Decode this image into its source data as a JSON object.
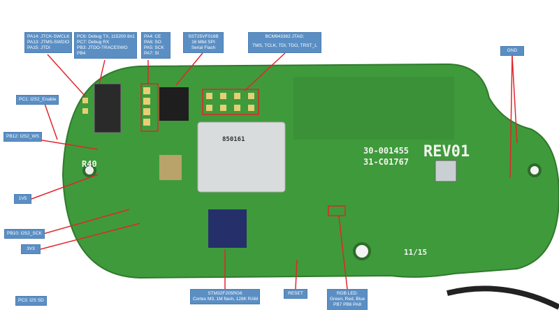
{
  "labels": {
    "jtag_swd": [
      "PA14: JTCK-SWCLK",
      "PA13: JTMS-SWDIO",
      "PA15: JTDI"
    ],
    "debug": [
      "PC6: Debug TX, 115200 8n1",
      "PC7: Debug RX",
      "PB3: JTDO-TRACESWO",
      "PB4"
    ],
    "spi": [
      "PA4: CE",
      "PA6: SO",
      "PA5: SCK",
      "PA7: SI"
    ],
    "flash": [
      "SST25VF016B",
      "16 Mbit SPI",
      "Serial Flash"
    ],
    "bcm_jtag": [
      "BCM943362 JTAG:",
      "TMS, TCLK, TDI, TDO, TRST_L"
    ],
    "gnd": "GND",
    "pc1": "PC1: I2S2_Enable",
    "pb12": "PB12: I2S2_WS",
    "v15": "1V5",
    "pb10": "PB10: I2S2_SCK",
    "v33": "3V3",
    "pc3": "PC3: I2S SD",
    "mcu": [
      "STM32F205RG6",
      "Cortex M3, 1M flash, 128K RAM"
    ],
    "reset": "RESET",
    "rgb": [
      "RGB LED:",
      "Green, Red, Blue",
      "PB7 PB6 PA8"
    ]
  },
  "board_print": {
    "part1": "30-001455",
    "part2": "31-C01767",
    "rev": "REV01",
    "r40": "R40",
    "date": "11/15",
    "module": "850161"
  },
  "colors": {
    "label_bg": "#5b8fc4",
    "leader": "#e0262b",
    "pcb": "#3f9a3c"
  }
}
